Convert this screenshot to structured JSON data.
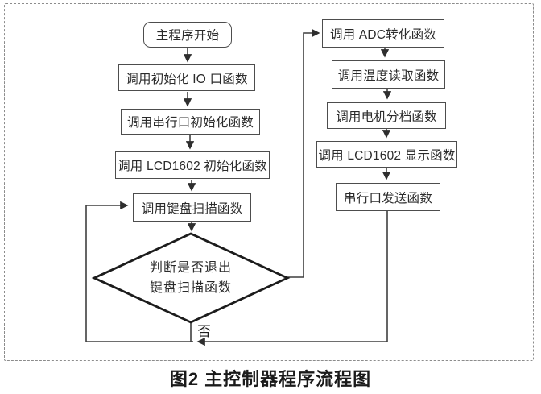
{
  "caption": "图2 主控制器程序流程图",
  "nodes": {
    "start": "主程序开始",
    "init_io": "调用初始化 IO 口函数",
    "serial_init": "调用串行口初始化函数",
    "lcd_init": "调用 LCD1602 初始化函数",
    "keyboard_scan": "调用键盘扫描函数",
    "decision": {
      "line1": "判断是否退出",
      "line2": "键盘扫描函数"
    },
    "adc": "调用 ADC转化函数",
    "temp_read": "调用温度读取函数",
    "motor_gear": "调用电机分档函数",
    "lcd_display": "调用 LCD1602 显示函数",
    "serial_send": "串行口发送函数"
  },
  "labels": {
    "no_branch": "否"
  },
  "colors": {
    "box_border": "#4d4d4d",
    "diamond_border": "#1c1c1c",
    "connector": "#3f3f3f",
    "text": "#2b2b2b",
    "dashed_frame": "#8c8c8c",
    "caption": "#1a1a1a",
    "background": "#ffffff"
  }
}
